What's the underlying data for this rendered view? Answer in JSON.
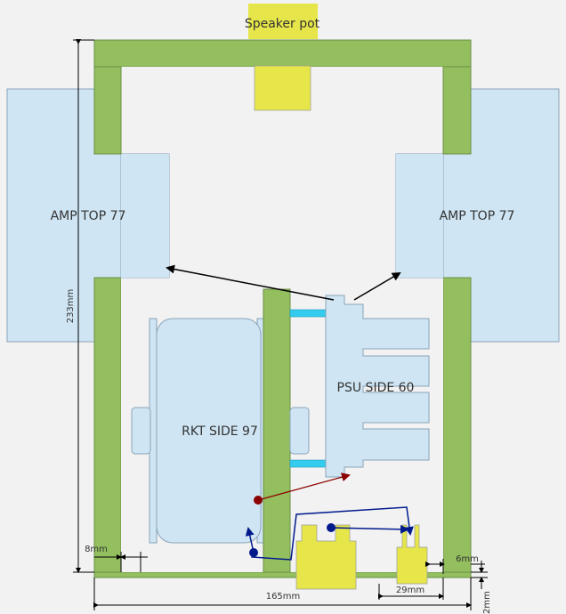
{
  "labels": {
    "speaker_pot": "Speaker pot",
    "amp_left": "AMP TOP 77",
    "amp_right": "AMP TOP 77",
    "rkt": "RKT SIDE 97",
    "psu": "PSU SIDE 60"
  },
  "dimensions": {
    "height": "233mm",
    "width": "165mm",
    "wall": "8mm",
    "right_gap": "6mm",
    "connector": "29mm",
    "bottom": "2mm"
  },
  "colors": {
    "background": "#f2f2f2",
    "frame_green": "#93bf5e",
    "component_blue": "#cfe5f3",
    "pot_yellow": "#e6e64a",
    "cyan_bar": "#33ccee",
    "arrow_red": "#8b0000",
    "wire_blue": "#001a8c"
  }
}
